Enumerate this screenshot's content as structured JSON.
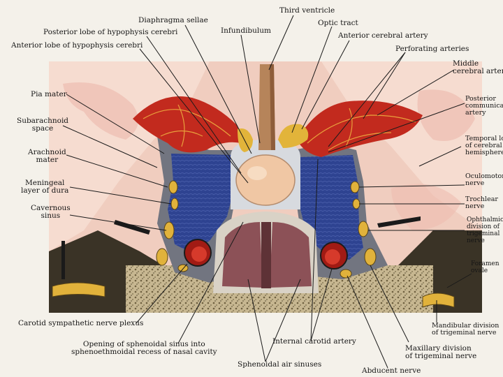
{
  "colors": {
    "page": "#f4f1ea",
    "brain": "#f2d0c0",
    "brain_light": "#f8e2d6",
    "venous_blue": "#2b3f8e",
    "artery_red": "#c8271d",
    "nerve_yellow": "#e3b53a",
    "bone_tan": "#c4b48c",
    "sinus_mauve": "#8d5358",
    "gland": "#f1c9a5",
    "dura_gray": "#6d6f78",
    "black": "#121212"
  },
  "labels": {
    "third_ventricle": "Third ventricle",
    "diaphragma_sellae": "Diaphragma sellae",
    "optic_tract": "Optic tract",
    "posterior_lobe": "Posterior lobe of hypophysis cerebri",
    "infundibulum": "Infundibulum",
    "anterior_cerebral_artery": "Anterior cerebral artery",
    "anterior_lobe": "Anterior lobe of hypophysis cerebri",
    "perforating_arteries": "Perforating arteries",
    "middle_cerebral_artery": [
      "Middle",
      "cerebral artery"
    ],
    "pia_mater": "Pia mater",
    "posterior_communicating_artery": [
      "Posterior",
      "communicating",
      "artery"
    ],
    "subarachnoid_space": [
      "Subarachnoid",
      "space"
    ],
    "temporal_lobe": [
      "Temporal lobe",
      "of cerebral",
      "hemisphere"
    ],
    "arachnoid_mater": [
      "Arachnoid",
      "mater"
    ],
    "oculomotor_nerve": [
      "Oculomotor",
      "nerve"
    ],
    "meningeal_layer": [
      "Meningeal",
      "layer of dura"
    ],
    "trochlear_nerve": [
      "Trochlear",
      "nerve"
    ],
    "cavernous_sinus": [
      "Cavernous",
      "sinus"
    ],
    "ophthalmic_division": [
      "Ophthalmic",
      "division of",
      "trigeminal",
      "nerve"
    ],
    "foramen_ovale": [
      "Foramen",
      "ovale"
    ],
    "carotid_plexus": "Carotid sympathetic nerve plexus",
    "mandibular_division": [
      "Mandibular division",
      "of trigeminal nerve"
    ],
    "internal_carotid_artery": "Internal carotid artery",
    "sphenoidal_opening": [
      "Opening of sphenoidal sinus into",
      "sphenoethmoidal recess of nasal cavity"
    ],
    "maxillary_division": [
      "Maxillary division",
      "of trigeminal nerve"
    ],
    "sphenoidal_air_sinuses": "Sphenoidal air sinuses",
    "abducent_nerve": "Abducent nerve"
  }
}
